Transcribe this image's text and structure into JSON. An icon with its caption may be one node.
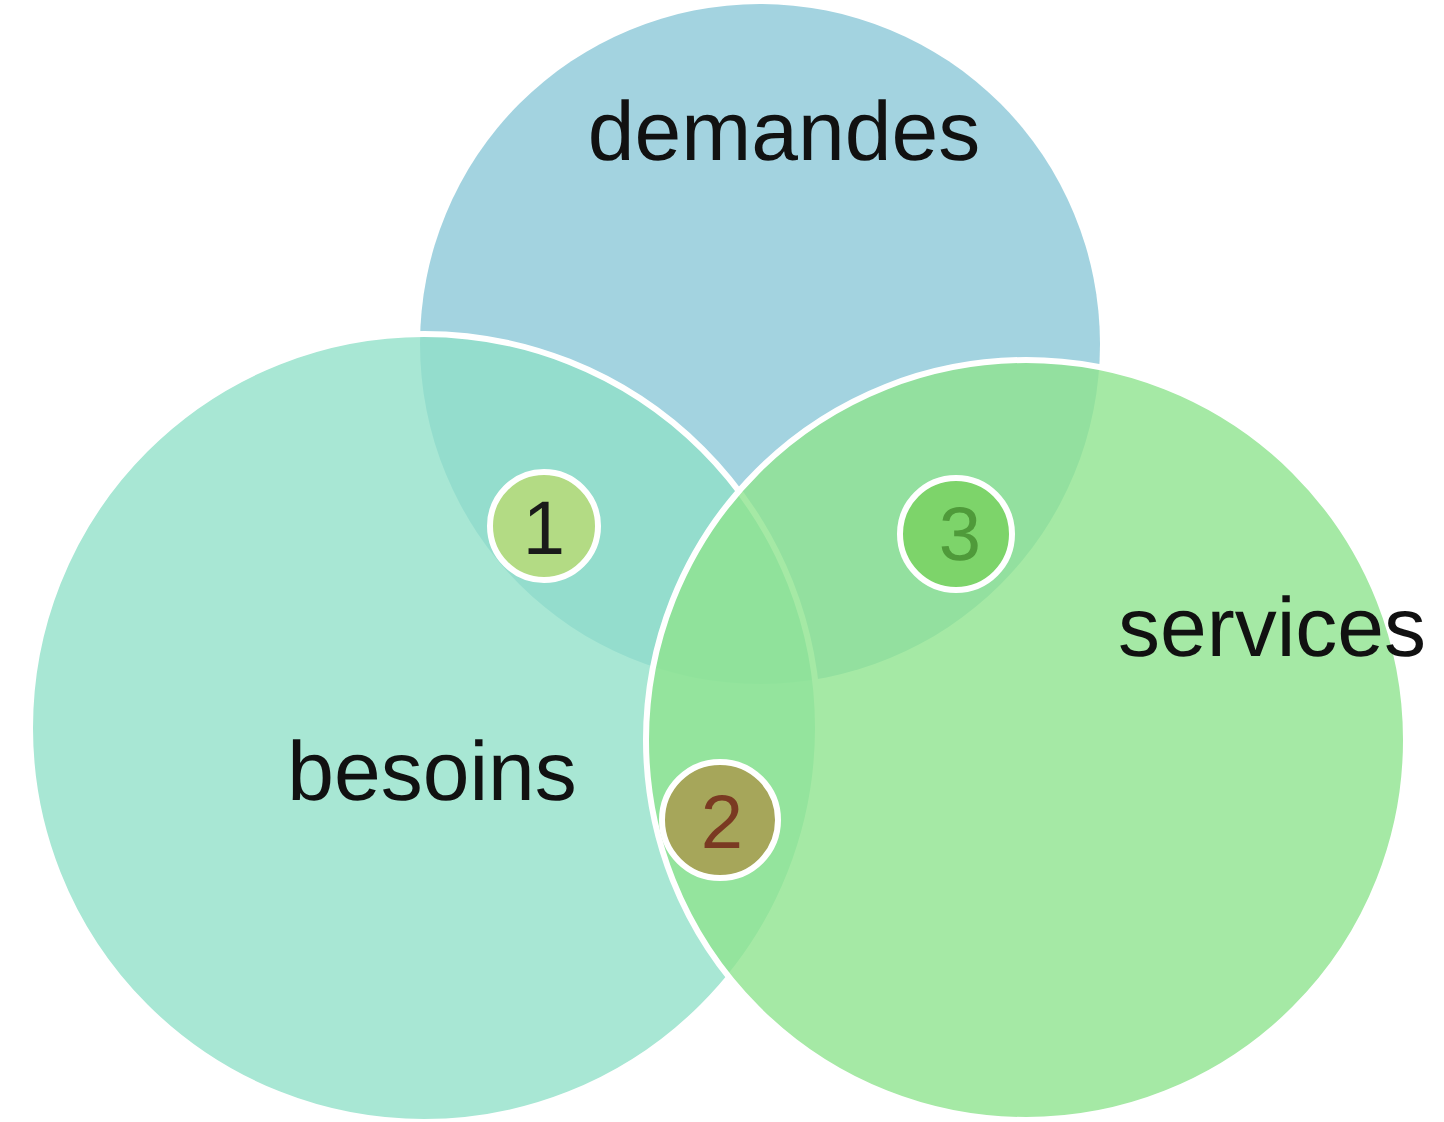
{
  "diagram": {
    "nodes": [
      {
        "text": [
          "demandes"
        ]
      },
      {
        "text": [
          "besoins"
        ]
      },
      {
        "text": [
          "services"
        ]
      },
      {
        "text": [
          "1"
        ]
      },
      {
        "text": [
          "2"
        ]
      },
      {
        "text": [
          "3"
        ]
      }
    ]
  }
}
